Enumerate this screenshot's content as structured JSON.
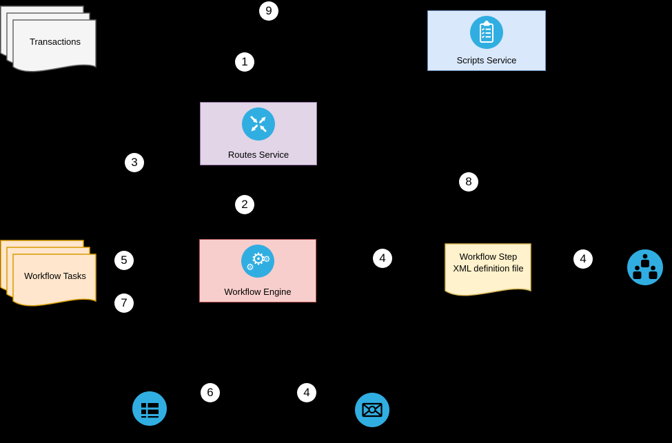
{
  "diagram": {
    "background_color": "#000000",
    "icon_accent_color": "#31aee1"
  },
  "nodes": {
    "transactions": {
      "label": "Transactions",
      "shape": "document-stack",
      "fill": "#f5f5f5",
      "stroke": "#666666"
    },
    "scripts_service": {
      "label": "Scripts Service",
      "icon": "clipboard-icon",
      "fill": "#dae8fc",
      "stroke": "#6c8ebf"
    },
    "routes_service": {
      "label": "Routes Service",
      "icon": "routes-arrows-icon",
      "fill": "#e1d5e7",
      "stroke": "#9673a6"
    },
    "workflow_engine": {
      "label": "Workflow Engine",
      "icon": "gears-icon",
      "fill": "#f8cecc",
      "stroke": "#b85450"
    },
    "workflow_tasks": {
      "label": "Workflow Tasks",
      "shape": "document-stack",
      "fill": "#ffe6cc",
      "stroke": "#d79b00"
    },
    "workflow_step_xml": {
      "label_line1": "Workflow Step",
      "label_line2": "XML definition file",
      "shape": "document",
      "fill": "#fff2cc",
      "stroke": "#d6b656"
    },
    "team": {
      "icon": "team-icon"
    },
    "task_queue": {
      "icon": "queue-icon"
    },
    "email": {
      "icon": "email-icon"
    }
  },
  "step_badges": [
    {
      "n": "9"
    },
    {
      "n": "1"
    },
    {
      "n": "3"
    },
    {
      "n": "2"
    },
    {
      "n": "8"
    },
    {
      "n": "5"
    },
    {
      "n": "4"
    },
    {
      "n": "4"
    },
    {
      "n": "7"
    },
    {
      "n": "6"
    },
    {
      "n": "4"
    }
  ]
}
